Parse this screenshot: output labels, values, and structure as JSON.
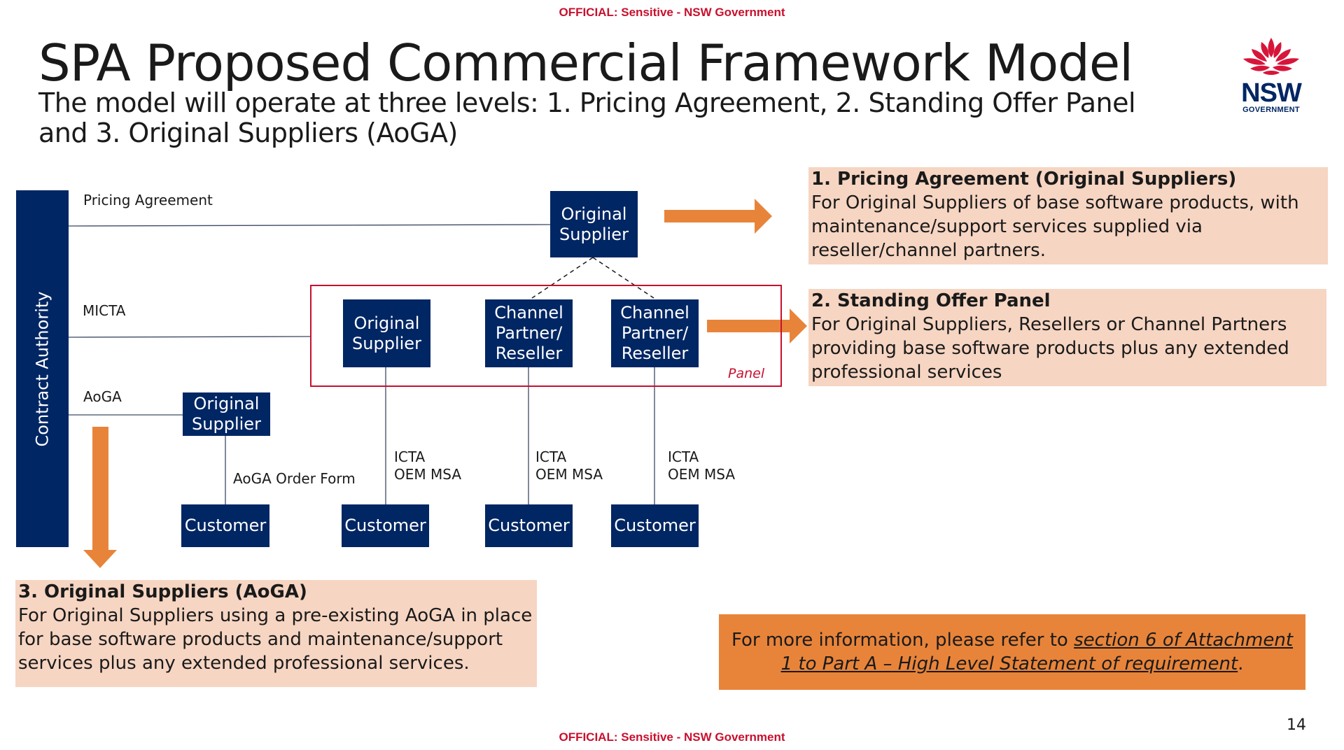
{
  "classification": "OFFICIAL: Sensitive - NSW Government",
  "title": "SPA Proposed Commercial Framework Model",
  "subtitle": "The model will operate at three levels: 1. Pricing Agreement, 2. Standing Offer Panel and 3. Original Suppliers (AoGA)",
  "logo": {
    "text": "NSW",
    "subtext": "GOVERNMENT"
  },
  "diagram": {
    "contract_authority": "Contract Authority",
    "levels": {
      "pricing_agreement": "Pricing Agreement",
      "micta": "MICTA",
      "aoga": "AoGA"
    },
    "pricing_supplier": "Original Supplier",
    "panel": {
      "label": "Panel",
      "original_supplier": "Original Supplier",
      "channel_partner_1": "Channel Partner/ Reseller",
      "channel_partner_2": "Channel Partner/ Reseller"
    },
    "aoga_supplier": "Original Supplier",
    "aoga_order_form": "AoGA Order Form",
    "msa_label": "ICTA\nOEM MSA",
    "customer": "Customer"
  },
  "boxes": {
    "pricing": {
      "heading": "1. Pricing Agreement (Original Suppliers)",
      "body": "For Original Suppliers of base software products, with maintenance/support services supplied via reseller/channel partners."
    },
    "panel": {
      "heading": "2. Standing Offer Panel",
      "body": "For Original Suppliers, Resellers or Channel Partners providing base software products plus any extended professional services"
    },
    "aoga": {
      "heading": "3. Original Suppliers (AoGA)",
      "body": "For Original Suppliers using a pre-existing AoGA in place for base software products and maintenance/support services plus any extended professional services."
    }
  },
  "info": {
    "prefix": "For more information, please refer to ",
    "link": "section 6 of Attachment 1 to Part A – High Level Statement of requirement",
    "suffix": "."
  },
  "page_number": "14",
  "colors": {
    "navy": "#002664",
    "orange": "#e8843a",
    "peach": "#f6d5c2",
    "red": "#c8102e"
  }
}
